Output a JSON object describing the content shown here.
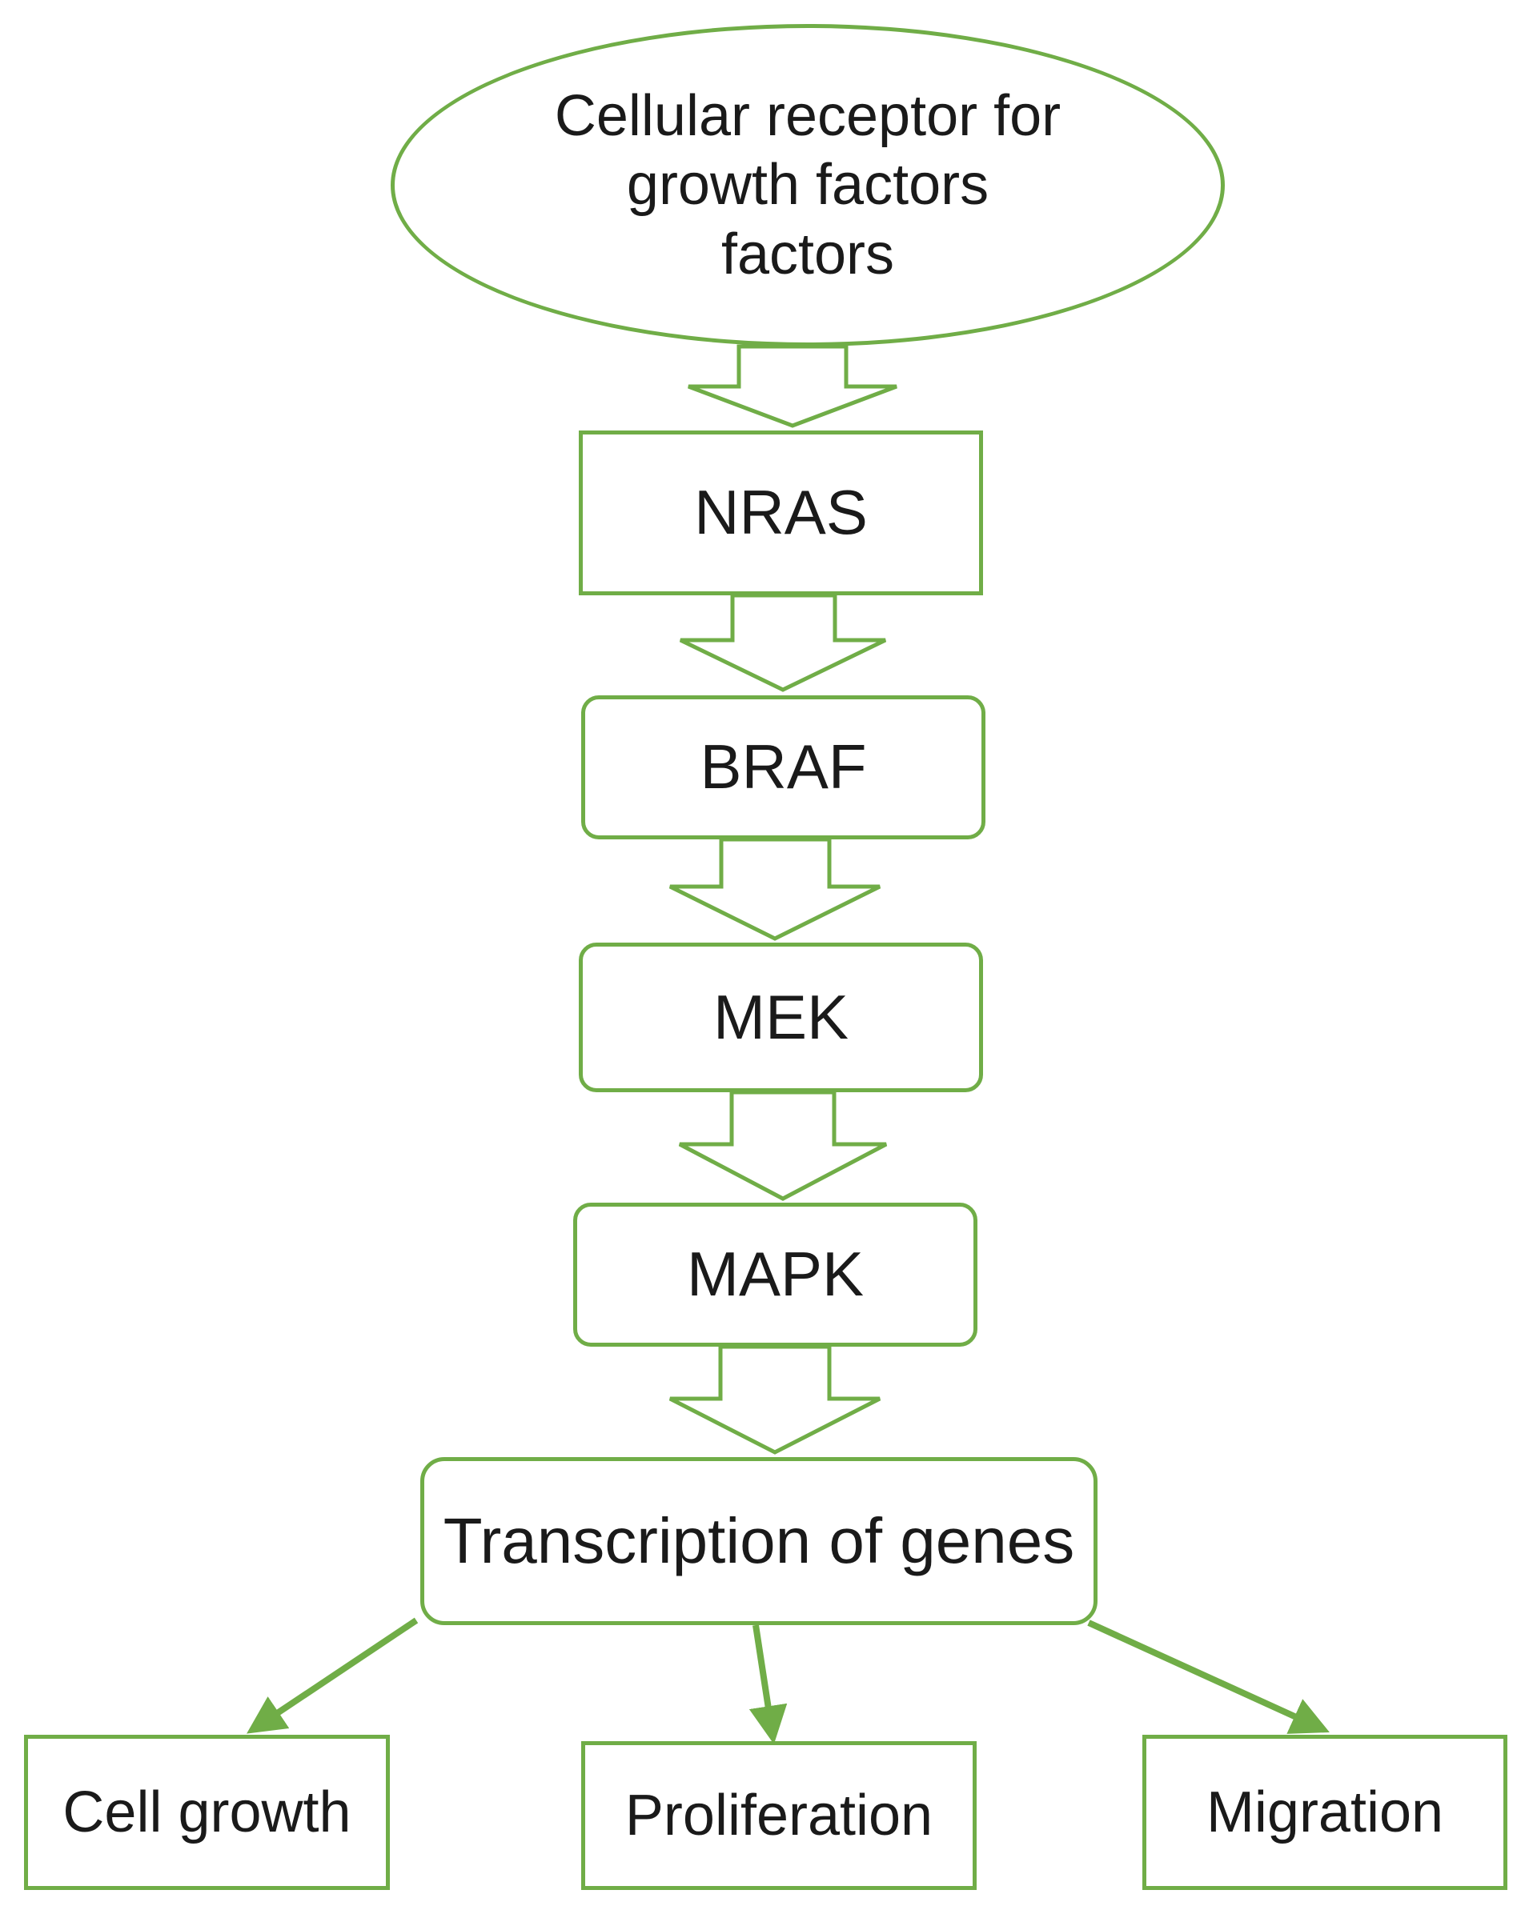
{
  "diagram": {
    "colors": {
      "stroke": "#70ad47",
      "fill": "#ffffff",
      "text": "#1a1a1a"
    },
    "nodes": {
      "receptor": "Cellular receptor  for growth factors factors",
      "nras": "NRAS",
      "braf": "BRAF",
      "mek": "MEK",
      "mapk": "MAPK",
      "transcription": "Transcription of genes",
      "cell_growth": "Cell growth",
      "proliferation": "Proliferation",
      "migration": "Migration"
    },
    "edges": [
      {
        "from": "receptor",
        "to": "nras",
        "style": "block-arrow"
      },
      {
        "from": "nras",
        "to": "braf",
        "style": "block-arrow"
      },
      {
        "from": "braf",
        "to": "mek",
        "style": "block-arrow"
      },
      {
        "from": "mek",
        "to": "mapk",
        "style": "block-arrow"
      },
      {
        "from": "mapk",
        "to": "transcription",
        "style": "block-arrow"
      },
      {
        "from": "transcription",
        "to": "cell_growth",
        "style": "line-arrow"
      },
      {
        "from": "transcription",
        "to": "proliferation",
        "style": "line-arrow"
      },
      {
        "from": "transcription",
        "to": "migration",
        "style": "line-arrow"
      }
    ]
  }
}
